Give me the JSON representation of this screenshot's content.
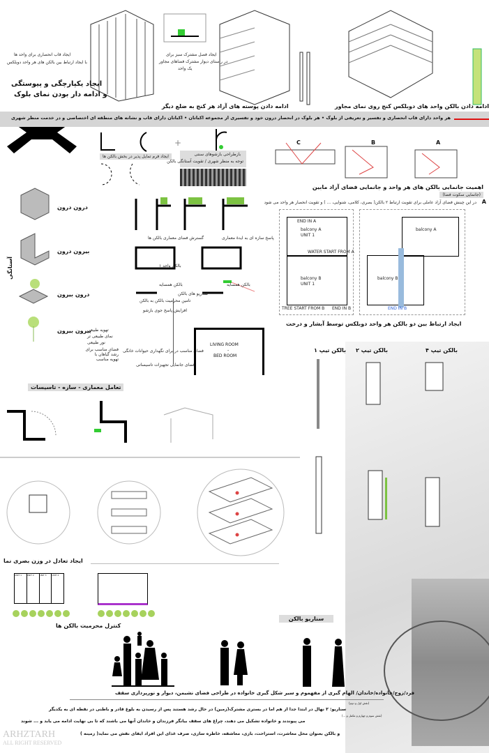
{
  "top": {
    "left_note_1": "ایجاد قاب انحصاری برای واحد ها",
    "left_note_2": "با ایجاد ارتباط بین بالکن های هر واحد دوبلکس",
    "unity_1": "ایجاد یکپارچگی و پیوستگی",
    "unity_2": "و ادامه دار بودن نمای بلوک",
    "green_note_1": "ایجاد فصل مشترک سبز برای",
    "green_note_2": "در راستای دیوار مشترک فضاهای مجاور",
    "green_note_3": "یک واحد",
    "caption_mid": "ادامه دادن پوسته های آزاد هر کنج به ضلع دیگر",
    "caption_right": "ادامه دادن بالکن واحد های دوبلکس کنج روی نمای مجاور"
  },
  "banner": "هر واحد دارای قاب انحصاری و تفسیر و تعریفی از بلوک • هر بلوک در انحصار درون خود و تفسیری از مجموعه اکباتان • اکباتان دارای قاب و نشانه های منطقه ای اختصاصی و در خدمت منظر شهری",
  "middle": {
    "curve_caption": "ایجاد فرم تمایل پذیر در بخش بالکن ها",
    "redesign_1": "بازطراحی بازشوهای سنتی",
    "redesign_2": "توجه به منظر شهری / تقویت آستانگی بالکن",
    "balcony_space": "گسترش فضای معماری بالکن ها",
    "structure_note": "پاسخ سازه ای به ایدۀ معماری",
    "abc_labels": [
      "C",
      "B",
      "A"
    ],
    "importance_title": "اهمیت جانمایی بالکن های هر واحد و جانمایی فضای آزاد مابین",
    "importance_tag": "(جانمایی سکوت فضا)",
    "a_label": "A",
    "a_note": "در این چینش فضای آزاد عاملی برای تقویت ارتباط ۲ بالکن( بصری، کلامی، شنوایی، ... ) و تقویت انحصار هر واحد می شود",
    "unit_a": "balcony A",
    "unit_b": "balcony B",
    "unit1": "UNIT 1",
    "end_a": "END IN A",
    "end_b": "END IN B",
    "water": "WATER START FROM A",
    "tree": "TREE START FROM B",
    "link_caption": "ایجاد ارتباط بین دو بالکن هر واحد دوبلکس توسط آبشار و درخت"
  },
  "threshold": {
    "vertical": "آستانگی",
    "items": [
      "درون درون",
      "بیرون درون",
      "درون بیرون",
      "بیرون بیرون"
    ]
  },
  "section": {
    "unit_balcony": "بالکن واحد ۱",
    "neighbor_1": "بالکن همسایه",
    "neighbor_2": "بالکن همسایه",
    "scenarios_title": "سناریو های بالکن",
    "scenarios": [
      "تامین محرمیت بالکن به بالکن",
      "افزایش پاسخ جوی بازشو",
      "فضای مناسب در برای نگهداری حیوانات خانگی",
      "فضای جانمایی تجهیزات تاسیساتی"
    ],
    "side_list": [
      "تهویه طبیعی",
      "نمای طبیعی تر",
      "نور طبیعی",
      "فضای مناسب برای رشد گیاهان با تهویه مناسب"
    ],
    "living": "LIVING ROOM",
    "dash": "-",
    "bed": "BED ROOM"
  },
  "interaction": "تعامل معماری - سازه - تاسیسات",
  "types": [
    "بالکن تیپ ۱",
    "بالکن تیپ ۲",
    "بالکن تیپ ۴"
  ],
  "balance": "ایجاد تعادل در وزن بصری نما",
  "privacy": "کنترل محرمیت بالکن ها",
  "unit_cells": [
    "UNIT 1",
    "UNIT 2",
    "UNIT 3",
    "UNIT 4"
  ],
  "scenario_tag": "سناریو بالکن",
  "family_caption": "فرد/زوج/خانواده/خاندان/ الهام گیری از مفهموم و سیر شکل گیری خانواده در طراحی فضای نشیمن، دیوار و نورپردازی سقف",
  "story": {
    "note1": "(نقش اول و دوم)",
    "line1": "سناریو: ۲ نهال در ابتدا جدا از هم اما در بستری مشترک(زمین) در حال رشد هستند پس از رسیدن به بلوغ قادر و باطنی در نقطه ای به یکدیگر",
    "note2": "(نقش سوم و چهارم و مکمل و ...)",
    "line2": "می پیوندند و خانواده تشکیل می دهند، چراغ های سقف بیانگر فرزندان و خاندان آنها می باشند که تا بی نهایت ادامه می یابد و ... شوند",
    "line3": "و بالکن بعنوان محل معاشرت، استراحت، بازی، معاشقه، خاطره سازی، صرف غذای این افراد ایفای نقش می نماید( زمینه )"
  },
  "watermark": [
    "ARHZTARH",
    "ALL RIGHT RESERVED"
  ],
  "colors": {
    "accent": "#d11",
    "green": "#7cc242",
    "grey": "#ddd",
    "blue": "#2a5fd6"
  }
}
